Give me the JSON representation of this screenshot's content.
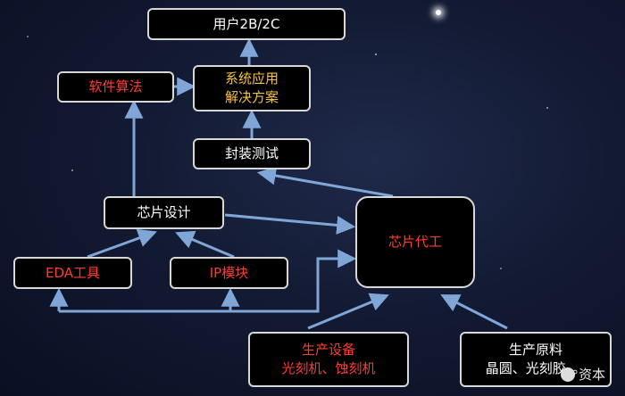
{
  "nodes": {
    "user": "用户2B/2C",
    "software": "软件算法",
    "system_line1": "系统应用",
    "system_line2": "解决方案",
    "packaging": "封装测试",
    "chip_design": "芯片设计",
    "foundry": "芯片代工",
    "eda": "EDA工具",
    "ip": "IP模块",
    "equipment_line1": "生产设备",
    "equipment_line2": "光刻机、蚀刻机",
    "materials_line1": "生产原料",
    "materials_line2": "晶圆、光刻胶。。"
  },
  "watermark": "资本",
  "colors": {
    "background": "#131a33",
    "box_fill": "#000000",
    "box_border": "#d8d8d8",
    "arrow": "#7fa6d6",
    "red_text": "#ff3b30",
    "gold_text": "#f5c242"
  }
}
